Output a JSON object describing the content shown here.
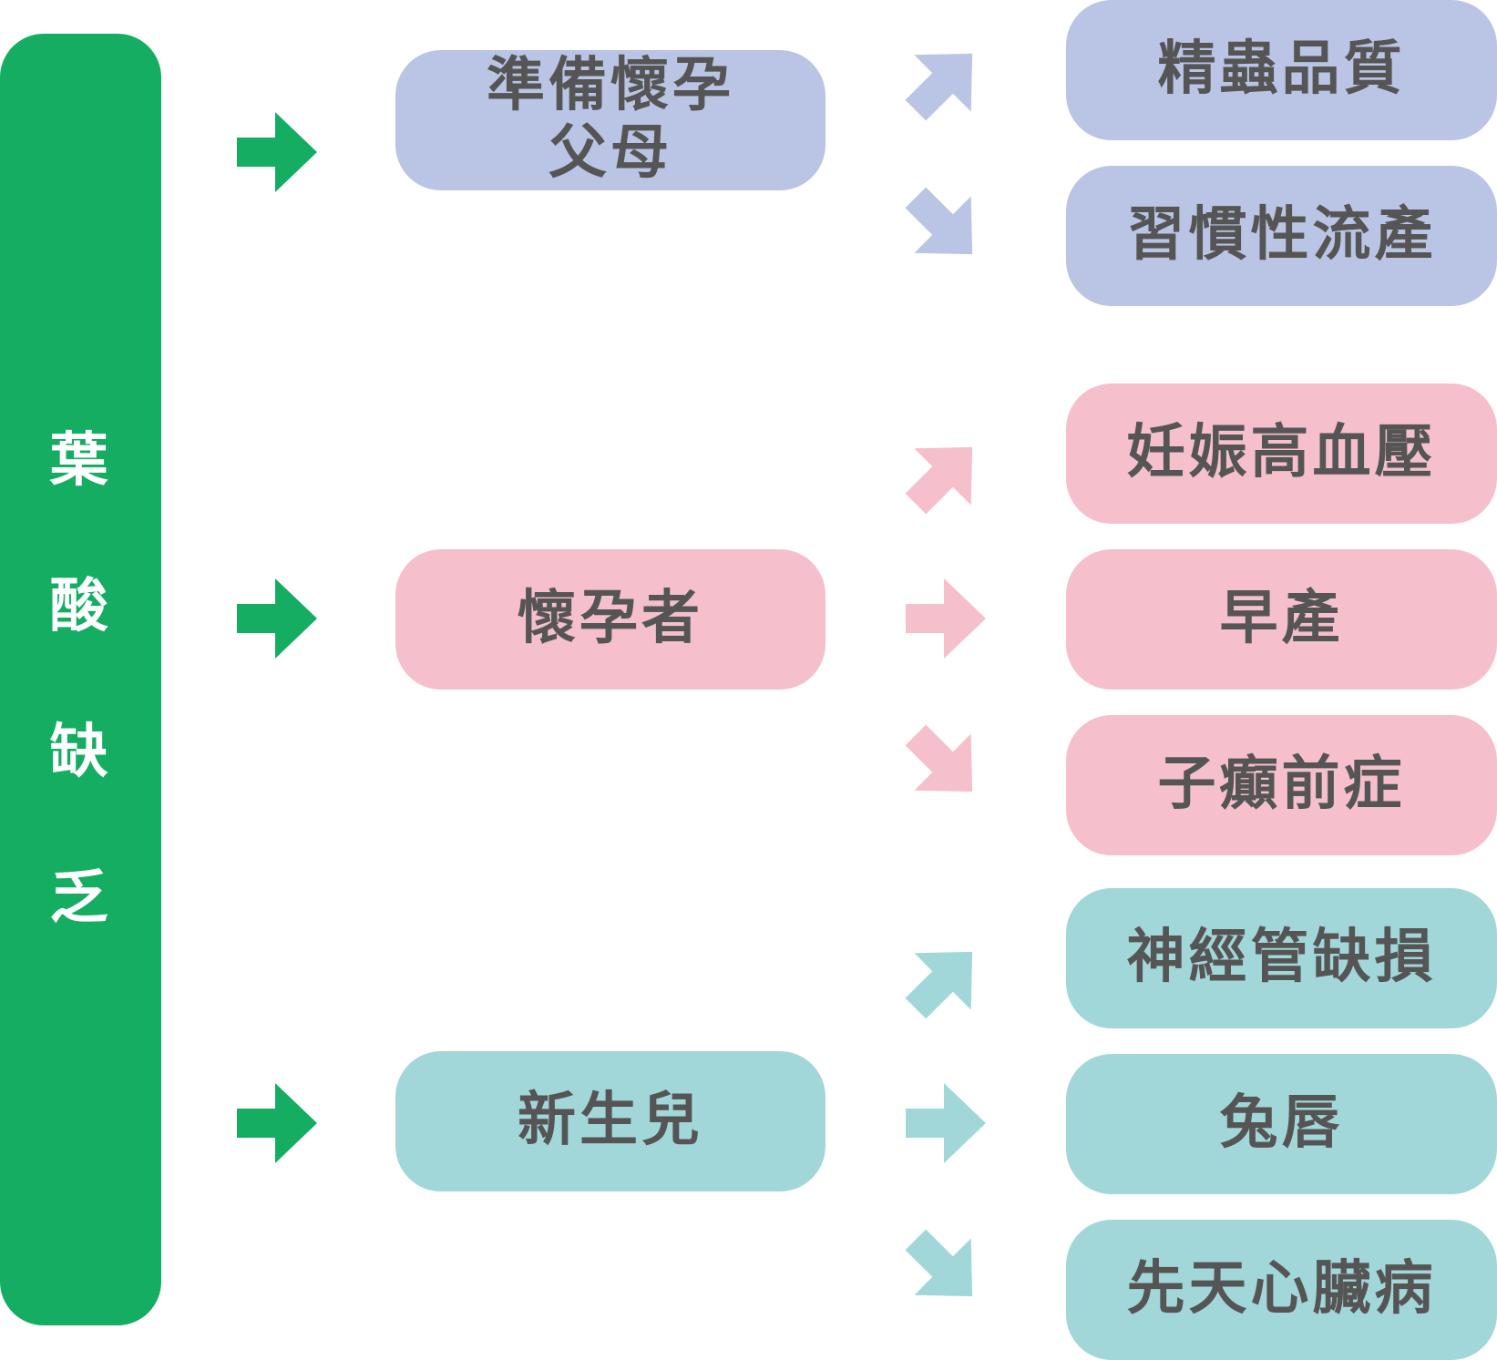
{
  "root": {
    "label": "葉酸缺乏"
  },
  "groups": [
    {
      "label": "準備懷孕\n父母",
      "color": "#bac4e4",
      "outcomes": [
        "精蟲品質",
        "習慣性流產"
      ]
    },
    {
      "label": "懷孕者",
      "color": "#f5c0cb",
      "outcomes": [
        "妊娠高血壓",
        "早產",
        "子癲前症"
      ]
    },
    {
      "label": "新生兒",
      "color": "#a2d7da",
      "outcomes": [
        "神經管缺損",
        "兔唇",
        "先天心臟病"
      ]
    }
  ],
  "colors": {
    "root": "#15ad62",
    "arrow": "#15ad62",
    "text": "#555555"
  }
}
